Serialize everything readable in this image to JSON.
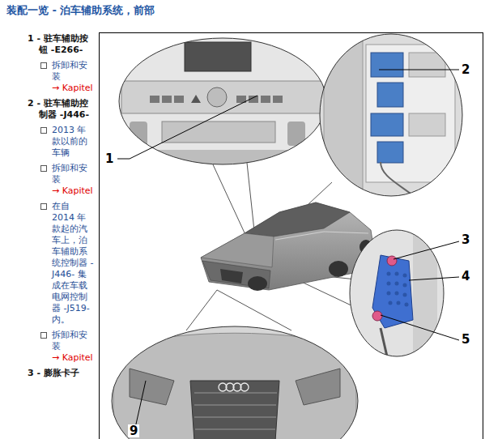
{
  "diagram": {
    "title": "装配一览 - 泊车辅助系统，前部",
    "labels": [
      "1 - 驻车辅助按钮 -E266-",
      "拆卸和安装",
      "→ Kapitel",
      "2 - 驻车辅助控制器 -J446-",
      "2013 年款以前的车辆",
      "拆卸和安装",
      "→ Kapitel",
      "在自 2014 年款起的汽车上，泊车辅助系统控制器 -J446- 集成在车载电网控制器 -J519- 内。",
      "拆卸和安装",
      "→ Kapitel",
      "3 - 膨胀卡子",
      "1",
      "2",
      "3",
      "4",
      "5",
      "9"
    ]
  }
}
